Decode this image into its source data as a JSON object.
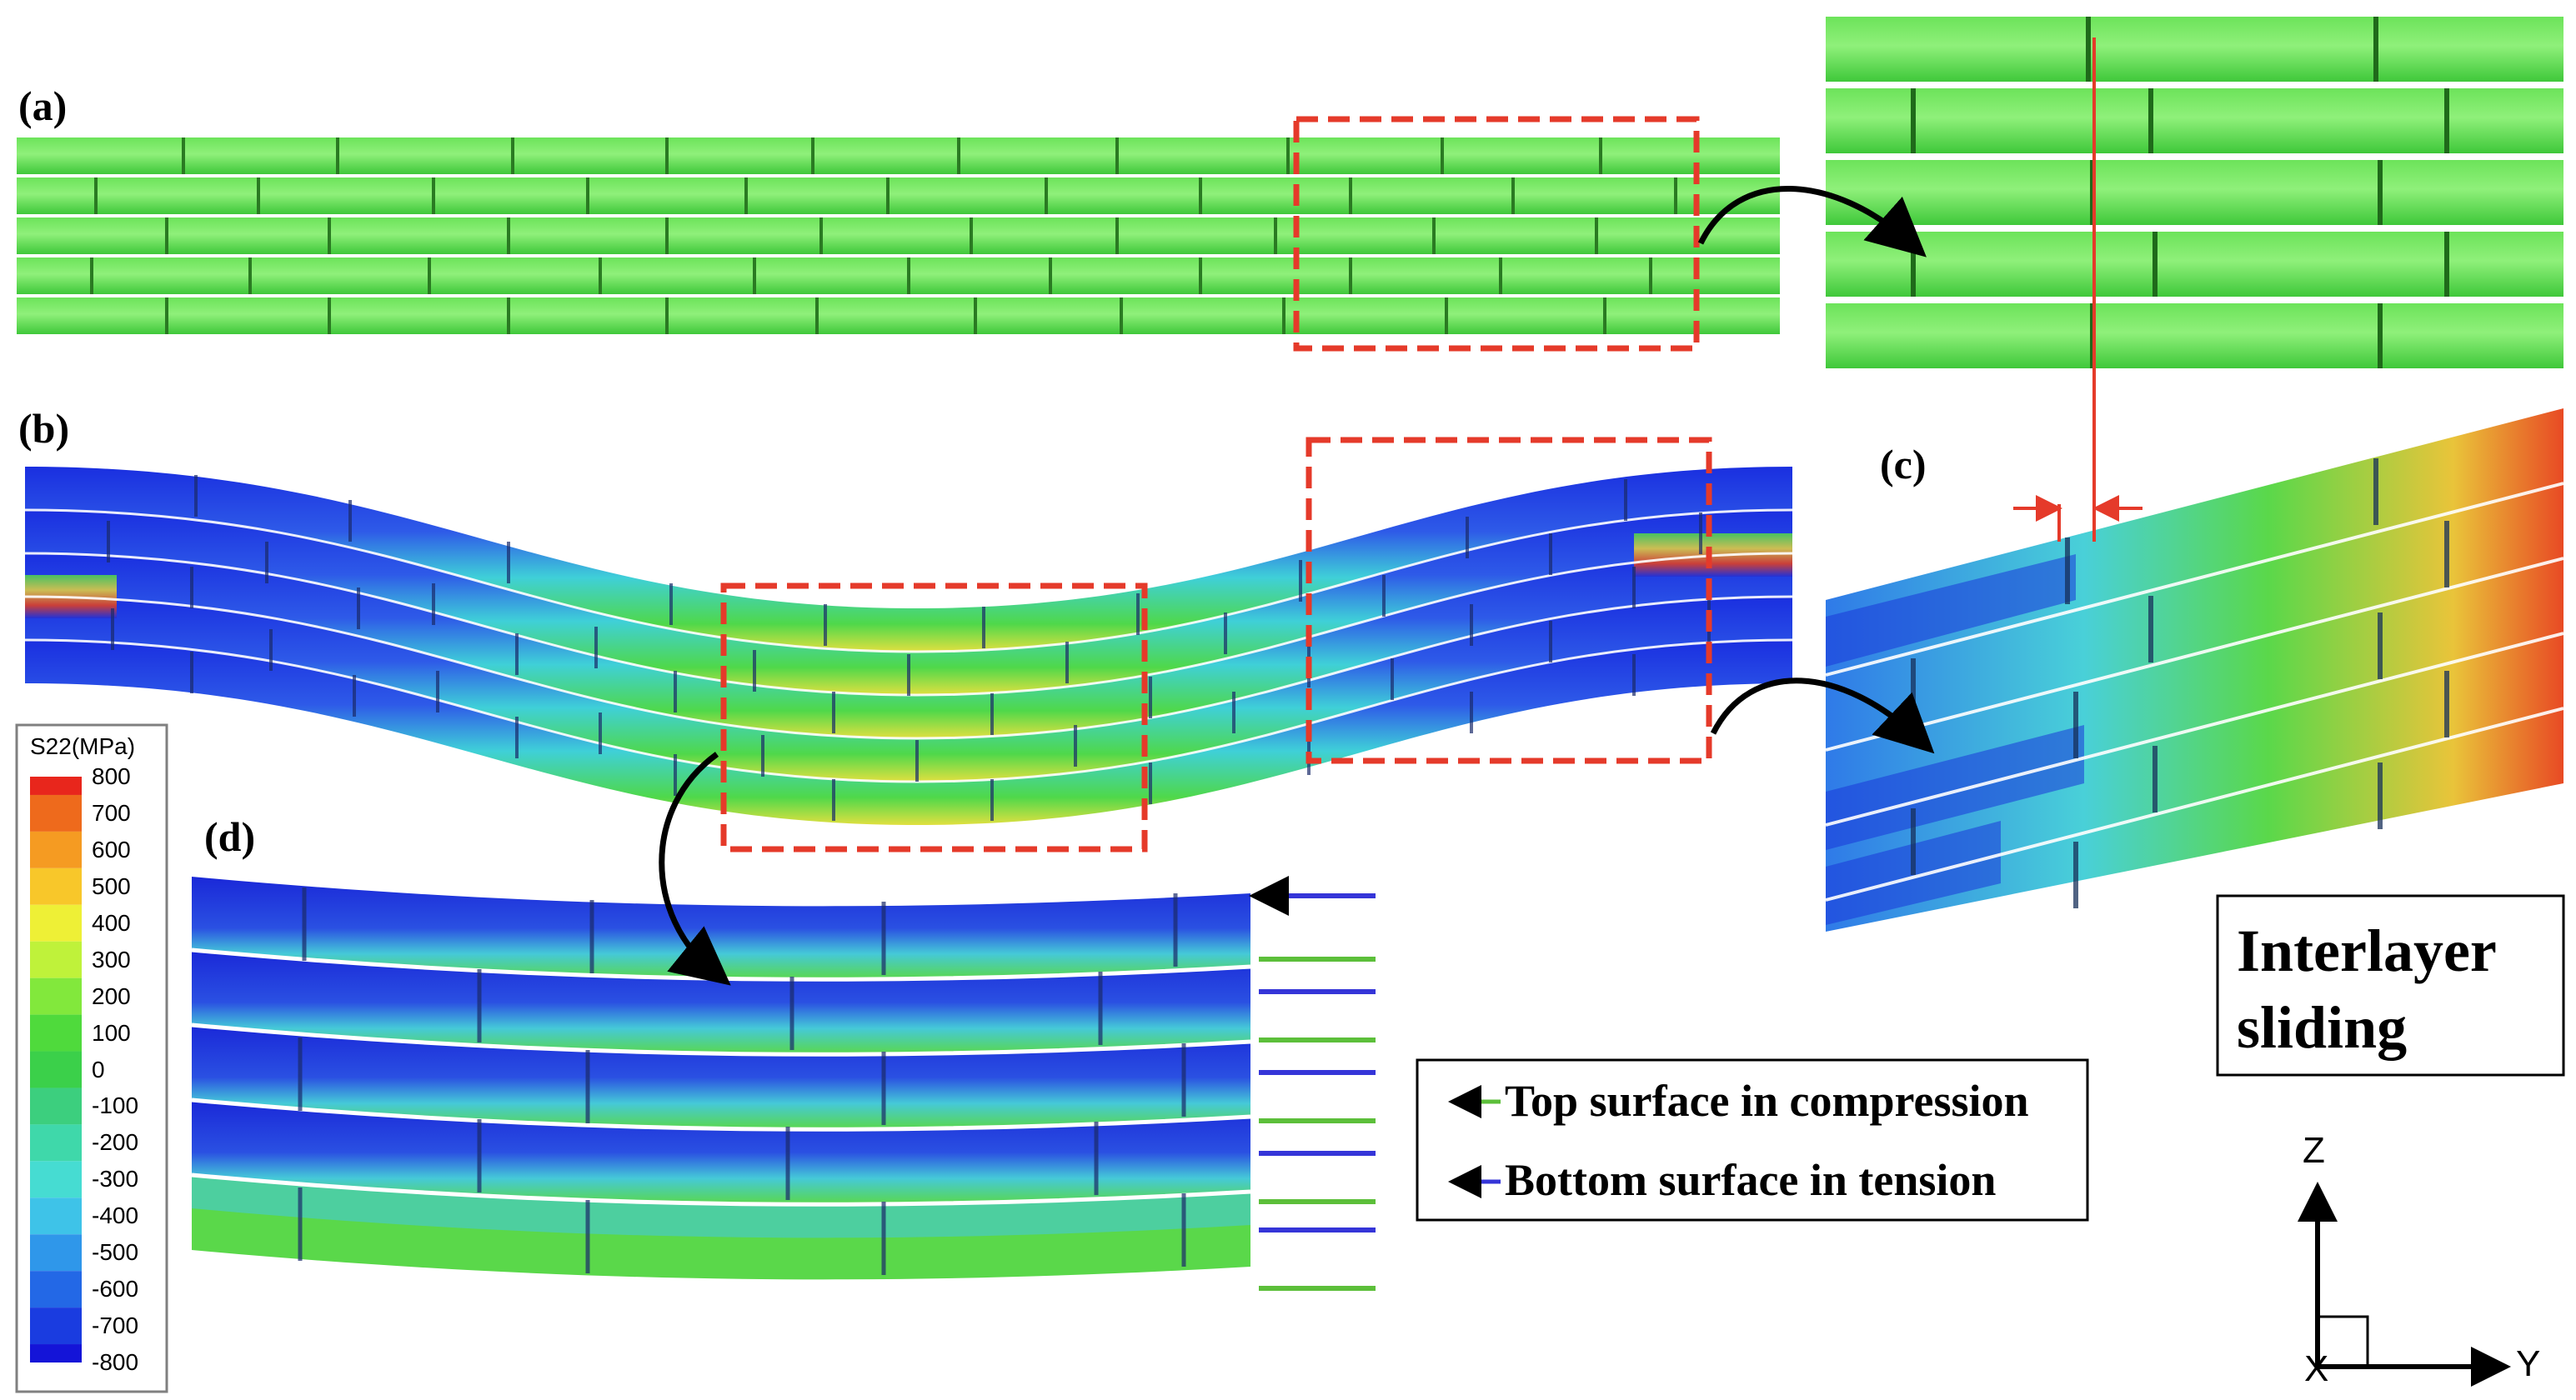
{
  "panels": {
    "a": "(a)",
    "b": "(b)",
    "c": "(c)",
    "d": "(d)"
  },
  "colorbar": {
    "title": "S22(MPa)",
    "ticks": [
      "800",
      "700",
      "600",
      "500",
      "400",
      "300",
      "200",
      "100",
      "0",
      "-100",
      "-200",
      "-300",
      "-400",
      "-500",
      "-600",
      "-700",
      "-800"
    ],
    "colors": [
      "#e8261c",
      "#ee6a1c",
      "#f59b22",
      "#f8c72a",
      "#eef036",
      "#bff23a",
      "#82e83c",
      "#4fda3c",
      "#3bd04a",
      "#3ccf7e",
      "#3fd8aa",
      "#46dcd2",
      "#3ec3e8",
      "#2f97ea",
      "#2368e6",
      "#1a3ce0",
      "#1414d8"
    ]
  },
  "legend": {
    "top_label": "Top surface in compression",
    "bottom_label": "Bottom surface in tension",
    "top_color": "#5cbf3a",
    "bottom_color": "#3535d8"
  },
  "callout": {
    "line1": "Interlayer",
    "line2": "sliding"
  },
  "axes": {
    "z": "Z",
    "y": "Y",
    "x": "X"
  },
  "colors": {
    "brick_green": "#4fd84a",
    "highlight_box": "#e53a2a",
    "slip_marker": "#e53a2a"
  }
}
